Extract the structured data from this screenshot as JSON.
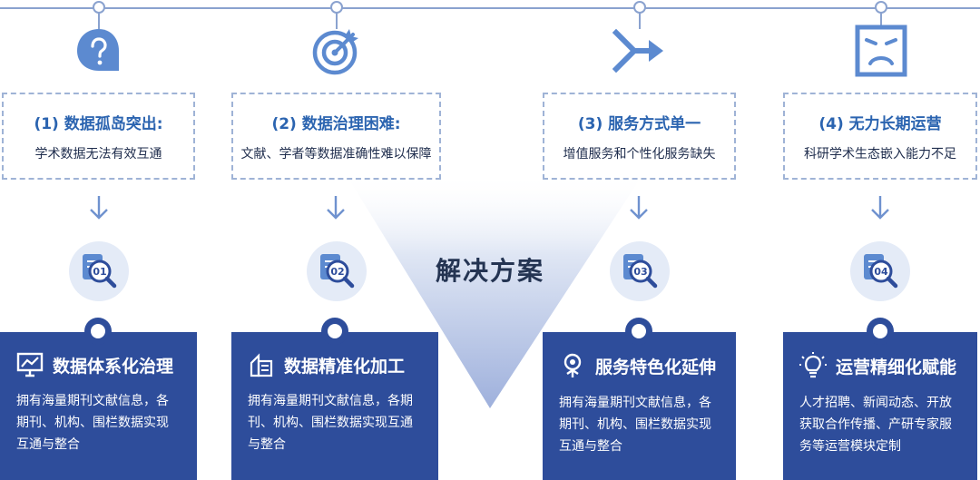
{
  "center_label": "解决方案",
  "problems": [
    {
      "title": "(1) 数据孤岛突出:",
      "desc": "学术数据无法有效互通"
    },
    {
      "title": "(2) 数据治理困难:",
      "desc": "文献、学者等数据准确性难以保障"
    },
    {
      "title": "(3) 服务方式单一",
      "desc": "增值服务和个性化服务缺失"
    },
    {
      "title": "(4) 无力长期运营",
      "desc": "科研学术生态嵌入能力不足"
    }
  ],
  "badges": [
    "01",
    "02",
    "03",
    "04"
  ],
  "solutions": [
    {
      "title": "数据体系化治理",
      "line1": "拥有海量期刊文献信息，各",
      "line2": "期刊、机构、围栏数据实现",
      "line3": "互通与整合"
    },
    {
      "title": "数据精准化加工",
      "line1": "拥有海量期刊文献信息，各期",
      "line2": "刊、机构、围栏数据实现互通",
      "line3": "与整合"
    },
    {
      "title": "服务特色化延伸",
      "line1": "拥有海量期刊文献信息，各",
      "line2": "期刊、机构、围栏数据实现",
      "line3": "互通与整合"
    },
    {
      "title": "运营精细化赋能",
      "line1": "人才招聘、新闻动态、开放",
      "line2": "获取合作传播、产研专家服",
      "line3": "务等运营模块定制"
    }
  ],
  "icons": [
    "question-bubble-icon",
    "target-icon",
    "merge-arrows-icon",
    "sad-face-icon"
  ],
  "solution_icons": [
    "monitor-chart-icon",
    "document-icon",
    "lightbulb-tree-icon",
    "lightbulb-icon"
  ],
  "colors": {
    "primary": "#2e4d9b",
    "accent": "#2b64b0",
    "line": "#8aa2cf",
    "icon": "#5c8ad0"
  }
}
